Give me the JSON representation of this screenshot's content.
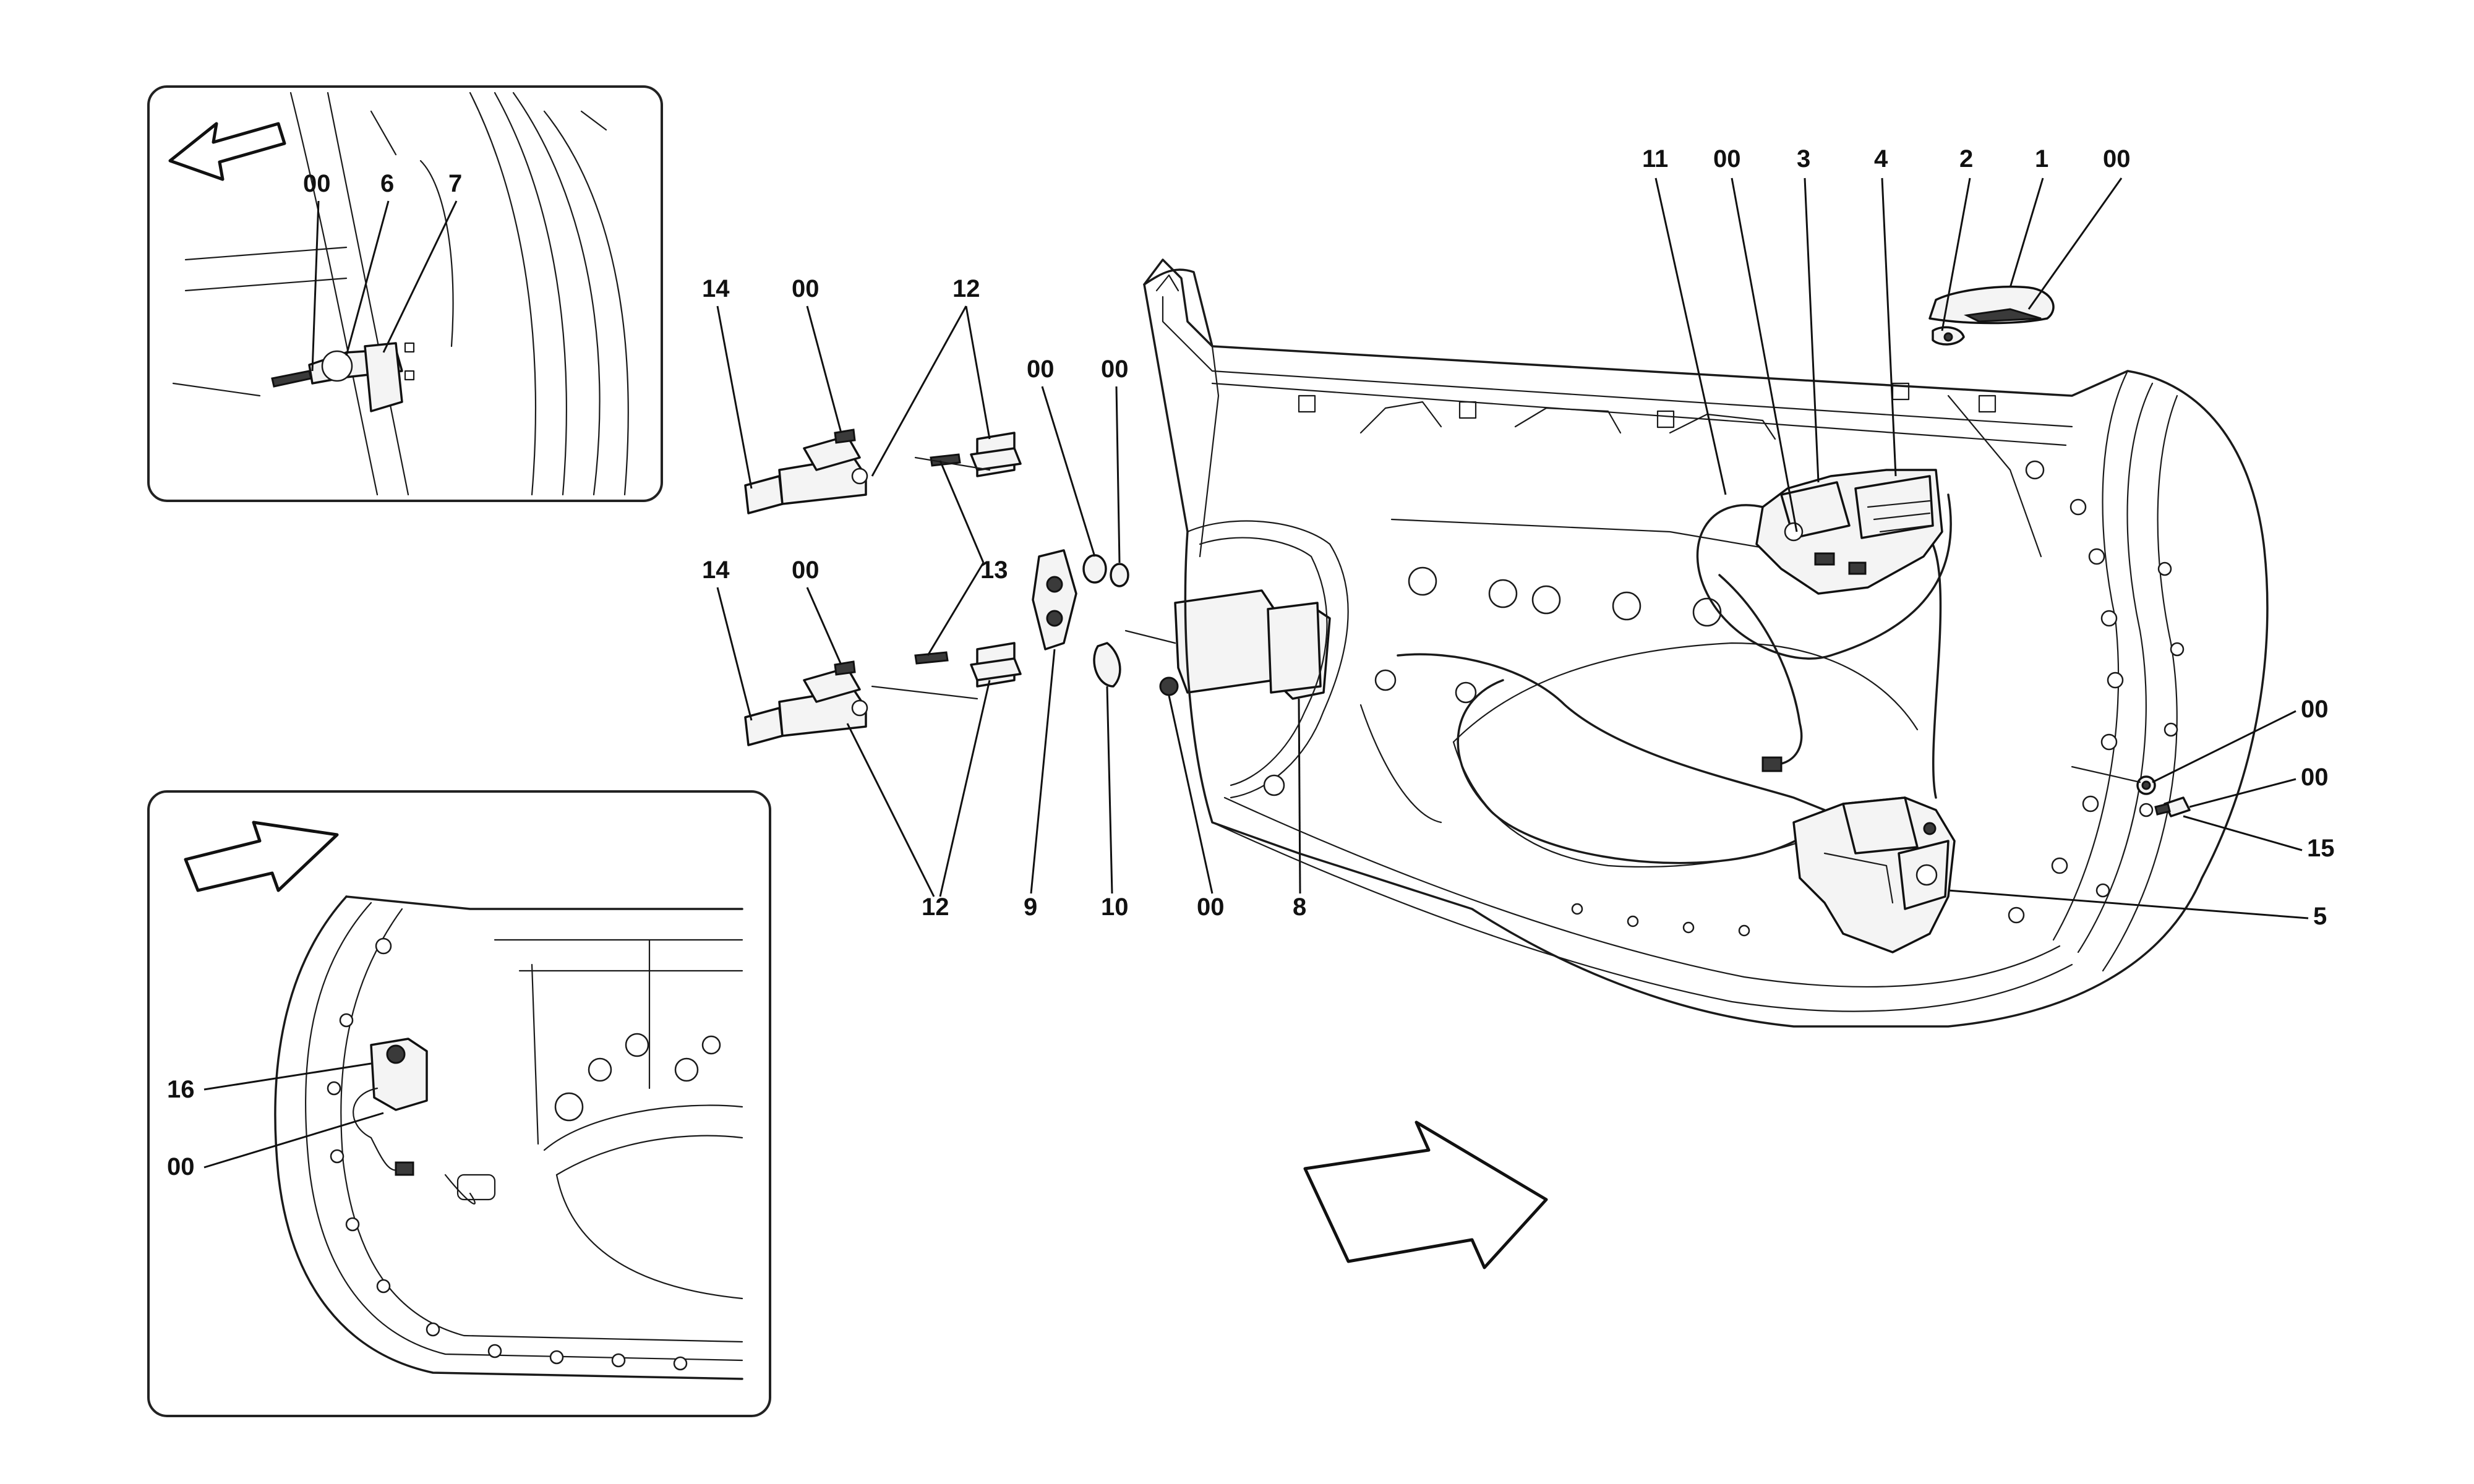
{
  "callouts": {
    "inset_top": [
      "00",
      "6",
      "7"
    ],
    "hinges": [
      "14",
      "00",
      "12",
      "14",
      "00",
      "13",
      "12"
    ],
    "check_strap": [
      "00",
      "00",
      "9",
      "10",
      "00",
      "8"
    ],
    "handle": [
      "11",
      "00",
      "3",
      "4",
      "2",
      "1",
      "00"
    ],
    "latch": [
      "00",
      "00",
      "15",
      "5"
    ],
    "inset_bottom": [
      "16",
      "00"
    ]
  }
}
